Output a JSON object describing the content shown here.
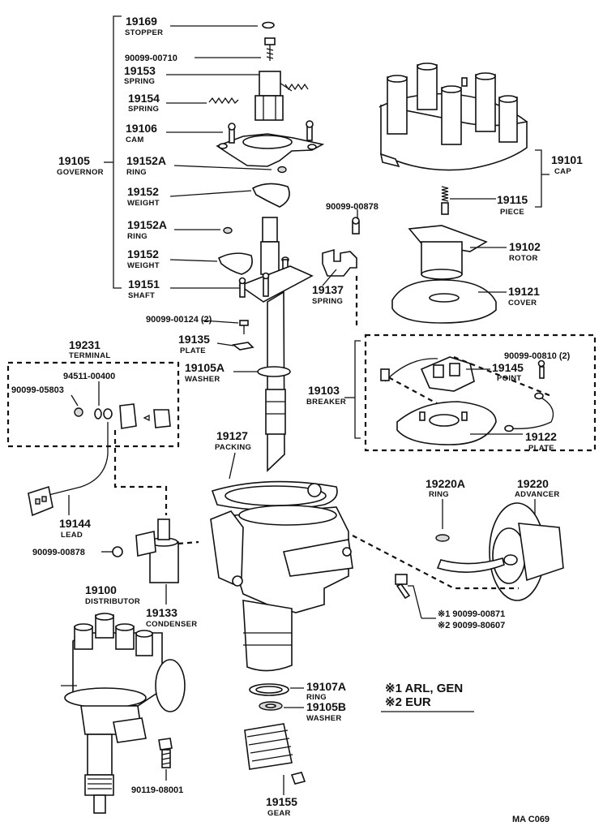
{
  "governor_group": {
    "id": "19105",
    "name": "GOVERNOR",
    "items": [
      {
        "no": "19169",
        "name": "STOPPER"
      },
      {
        "no": "90099-00710",
        "name": ""
      },
      {
        "no": "19153",
        "name": "SPRING"
      },
      {
        "no": "19154",
        "name": "SPRING"
      },
      {
        "no": "19106",
        "name": "CAM"
      },
      {
        "no": "19152A",
        "name": "RING"
      },
      {
        "no": "19152",
        "name": "WEIGHT"
      },
      {
        "no": "19152A",
        "name": "RING"
      },
      {
        "no": "19152",
        "name": "WEIGHT"
      },
      {
        "no": "19151",
        "name": "SHAFT"
      }
    ]
  },
  "cap_group": {
    "id": "19101",
    "name": "CAP",
    "piece": {
      "no": "19115",
      "name": "PIECE"
    }
  },
  "parts": {
    "screw_top": {
      "no": "90099-00878",
      "name": ""
    },
    "rotor": {
      "no": "19102",
      "name": "ROTOR"
    },
    "cover": {
      "no": "19121",
      "name": "COVER"
    },
    "spring": {
      "no": "19137",
      "name": "SPRING"
    },
    "screw_124": {
      "no": "90099-00124 (2)",
      "name": ""
    },
    "plate_19135": {
      "no": "19135",
      "name": "PLATE"
    },
    "washer_19105a": {
      "no": "19105A",
      "name": "WASHER"
    },
    "screw_810": {
      "no": "90099-00810 (2)",
      "name": ""
    },
    "point": {
      "no": "19145",
      "name": "POINT"
    },
    "breaker": {
      "no": "19103",
      "name": "BREAKER"
    },
    "plate_19122": {
      "no": "19122",
      "name": "PLATE"
    },
    "packing": {
      "no": "19127",
      "name": "PACKING"
    },
    "ring_19220a": {
      "no": "19220A",
      "name": "RING"
    },
    "advancer": {
      "no": "19220",
      "name": "ADVANCER"
    },
    "lead": {
      "no": "19144",
      "name": "LEAD"
    },
    "screw_878": {
      "no": "90099-00878",
      "name": ""
    },
    "distributor": {
      "no": "19100",
      "name": "DISTRIBUTOR"
    },
    "condenser": {
      "no": "19133",
      "name": "CONDENSER"
    },
    "ring_19107a": {
      "no": "19107A",
      "name": "RING"
    },
    "washer_19105b": {
      "no": "19105B",
      "name": "WASHER"
    },
    "screw_8001": {
      "no": "90119-08001",
      "name": ""
    },
    "gear": {
      "no": "19155",
      "name": "GEAR"
    }
  },
  "terminal_group": {
    "id": "19231",
    "name": "TERMINAL",
    "items": [
      {
        "no": "94511-00400",
        "name": ""
      },
      {
        "no": "90099-05803",
        "name": ""
      }
    ]
  },
  "variant_bolts": [
    {
      "mark": "※1",
      "no": "90099-00871"
    },
    {
      "mark": "※2",
      "no": "90099-80607"
    }
  ],
  "legend": [
    {
      "mark": "※1",
      "text": "ARL, GEN"
    },
    {
      "mark": "※2",
      "text": "EUR"
    }
  ],
  "footer_code": "MA  C069"
}
